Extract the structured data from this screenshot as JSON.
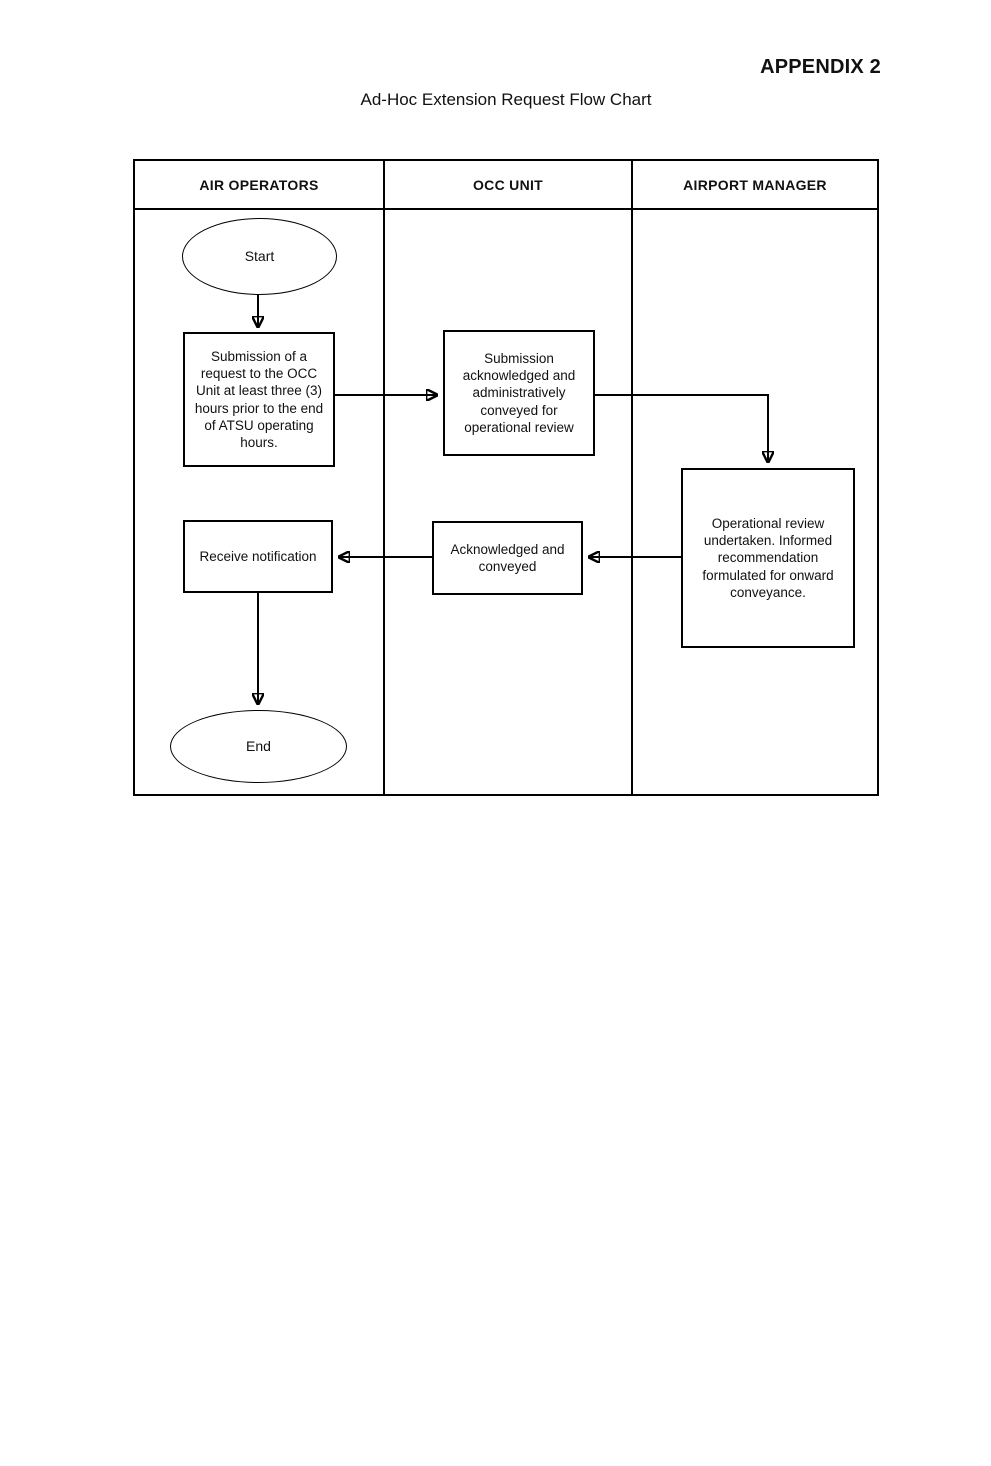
{
  "page": {
    "appendix_label": "APPENDIX 2",
    "title": "Ad-Hoc Extension Request Flow Chart"
  },
  "swimlanes": {
    "lanes": [
      "AIR OPERATORS",
      "OCC UNIT",
      "AIRPORT MANAGER"
    ]
  },
  "flowchart": {
    "nodes": {
      "start": {
        "type": "terminator",
        "lane": "AIR OPERATORS",
        "label": "Start"
      },
      "submit_request": {
        "type": "process",
        "lane": "AIR OPERATORS",
        "label": "Submission of a request to the OCC Unit at least three (3) hours prior to the end of ATSU operating hours."
      },
      "submission_acknowledged": {
        "type": "process",
        "lane": "OCC UNIT",
        "label": "Submission acknowledged and administratively conveyed for operational review"
      },
      "operational_review": {
        "type": "process",
        "lane": "AIRPORT MANAGER",
        "label": "Operational review undertaken. Informed recommendation formulated for onward conveyance."
      },
      "acknowledged_conveyed": {
        "type": "process",
        "lane": "OCC UNIT",
        "label": "Acknowledged and conveyed"
      },
      "receive_notification": {
        "type": "process",
        "lane": "AIR OPERATORS",
        "label": "Receive notification"
      },
      "end": {
        "type": "terminator",
        "lane": "AIR OPERATORS",
        "label": "End"
      }
    },
    "edges": [
      {
        "from": "start",
        "to": "submit_request"
      },
      {
        "from": "submit_request",
        "to": "submission_acknowledged"
      },
      {
        "from": "submission_acknowledged",
        "to": "operational_review"
      },
      {
        "from": "operational_review",
        "to": "acknowledged_conveyed"
      },
      {
        "from": "acknowledged_conveyed",
        "to": "receive_notification"
      },
      {
        "from": "receive_notification",
        "to": "end"
      }
    ]
  },
  "colors": {
    "background": "#ffffff",
    "line": "#000000",
    "text": "#111111"
  }
}
